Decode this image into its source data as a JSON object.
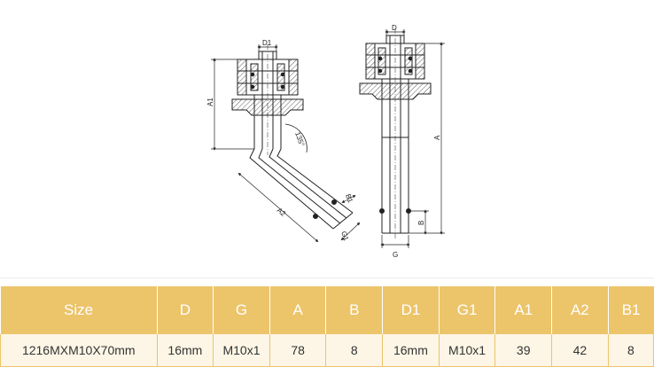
{
  "drawing": {
    "left_labels": {
      "d1": "D1",
      "a1": "A1",
      "a2": "A2",
      "b1": "B1",
      "g1": "G1",
      "angle": "135°"
    },
    "right_labels": {
      "d": "D",
      "a": "A",
      "b": "B",
      "g": "G"
    }
  },
  "table": {
    "headers": [
      "Size",
      "D",
      "G",
      "A",
      "B",
      "D1",
      "G1",
      "A1",
      "A2",
      "B1"
    ],
    "rows": [
      [
        "1216MXM10X70mm",
        "16mm",
        "M10x1",
        "78",
        "8",
        "16mm",
        "M10x1",
        "39",
        "42",
        "8"
      ]
    ]
  },
  "colors": {
    "header_bg": "#ecc46a",
    "row_bg": "#fdf6e6",
    "header_text": "#ffffff"
  }
}
